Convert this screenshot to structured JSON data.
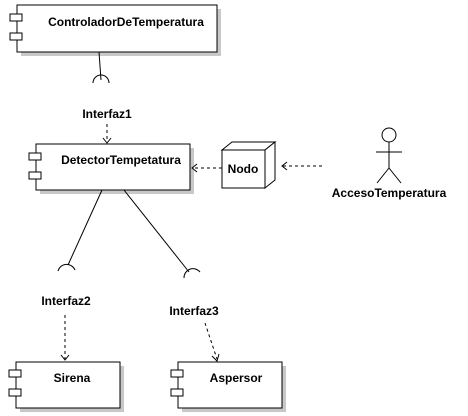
{
  "components": {
    "controlador": "ControladorDeTemperatura",
    "detector": "DetectorTempetatura",
    "sirena": "Sirena",
    "aspersor": "Aspersor"
  },
  "interfaces": {
    "i1": "Interfaz1",
    "i2": "Interfaz2",
    "i3": "Interfaz3"
  },
  "node": {
    "label": "Nodo"
  },
  "actor": {
    "label": "AccesoTemperatura"
  }
}
